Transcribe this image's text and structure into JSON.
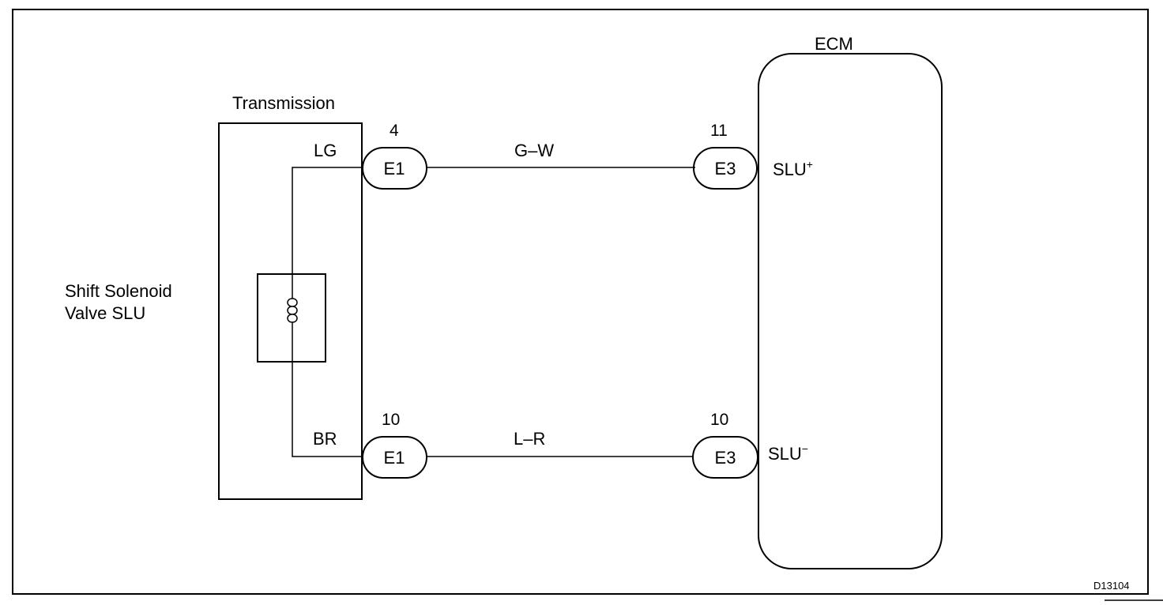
{
  "transmission": {
    "label": "Transmission",
    "wire_top_label": "LG",
    "wire_bottom_label": "BR"
  },
  "solenoid": {
    "label_line1": "Shift Solenoid",
    "label_line2": "Valve SLU"
  },
  "ecm": {
    "label": "ECM",
    "terminal_top": "SLU",
    "terminal_top_sup": "+",
    "terminal_bottom": "SLU",
    "terminal_bottom_sup": "−"
  },
  "circuit_top": {
    "left_pin": "4",
    "left_connector": "E1",
    "wire_color": "G–W",
    "right_pin": "11",
    "right_connector": "E3"
  },
  "circuit_bottom": {
    "left_pin": "10",
    "left_connector": "E1",
    "wire_color": "L–R",
    "right_pin": "10",
    "right_connector": "E3"
  },
  "figure_code": "D13104"
}
